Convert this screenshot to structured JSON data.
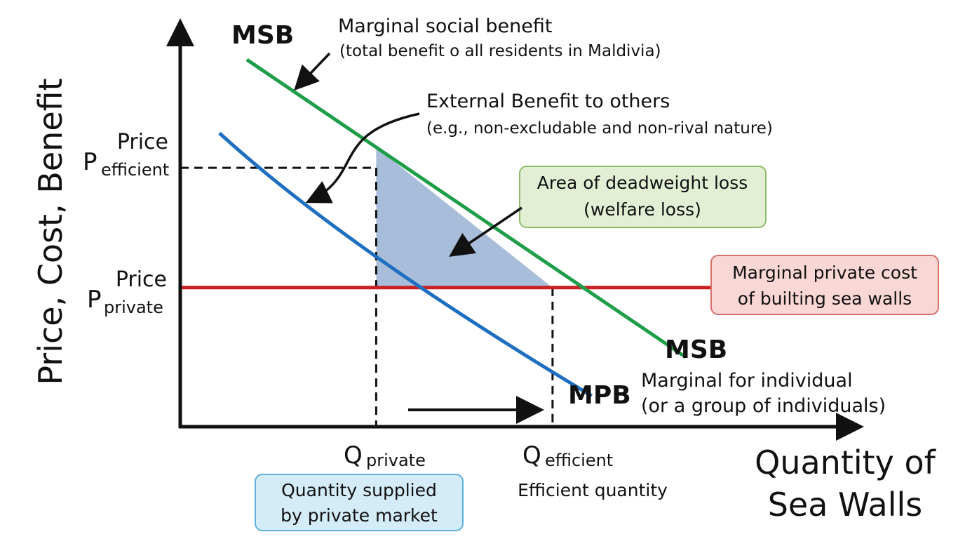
{
  "chart_data": {
    "type": "line",
    "ylabel": "Price, Cost, Benefit",
    "xlabel": [
      "Quantity of",
      "Sea Walls"
    ],
    "x_ticks": {
      "private": {
        "main": "Q",
        "sub": "private",
        "caption": [
          "Quantity supplied",
          "by private market"
        ]
      },
      "efficient": {
        "main": "Q",
        "sub": "efficient",
        "caption": [
          "Efficient quantity"
        ]
      }
    },
    "y_ticks": {
      "efficient": {
        "sup": "Price",
        "main": "P",
        "sub": "efficient"
      },
      "private": {
        "sup": "Price",
        "main": "P",
        "sub": "private"
      }
    },
    "series": [
      {
        "name": "MSB",
        "color": "#1e9e48",
        "points": [
          [
            1.7,
            9.5
          ],
          [
            12.9,
            1.8
          ]
        ]
      },
      {
        "name": "MPB",
        "color": "#1f6fc0",
        "points": [
          [
            1.0,
            7.6
          ],
          [
            5.0,
            4.4
          ],
          [
            10.5,
            0.8
          ]
        ]
      },
      {
        "name": "MPC",
        "color": "#cc1f1f",
        "points": [
          [
            0,
            3.6
          ],
          [
            17,
            3.6
          ]
        ]
      }
    ],
    "p_efficient": 6.7,
    "p_private": 3.6,
    "q_private": 5.0,
    "q_efficient": 9.5,
    "xlim": [
      0,
      17
    ],
    "ylim": [
      0,
      10.5
    ],
    "deadweight_color": "#8aa7cc",
    "annotations": {
      "msb_top": "MSB",
      "msb_note": [
        "Marginal social benefit",
        "(total benefit o all residents in Maldivia)"
      ],
      "external": [
        "External Benefit to others",
        "(e.g., non-excludable and non-rival nature)"
      ],
      "deadweight": [
        "Area of deadweight loss",
        "(welfare loss)"
      ],
      "mpc_note": [
        "Marginal private cost",
        "of builting sea walls"
      ],
      "msb_end": "MSB",
      "mpb_end": "MPB",
      "mpb_note": [
        "Marginal for individual",
        "(or a group of individuals)"
      ]
    },
    "colors": {
      "green_box_fill": "#e3efd5",
      "green_box_stroke": "#8dbb6a",
      "red_box_fill": "#f8d7d5",
      "red_box_stroke": "#d9706a",
      "blue_box_fill": "#d4ecf8",
      "blue_box_stroke": "#5fb0dc"
    }
  }
}
